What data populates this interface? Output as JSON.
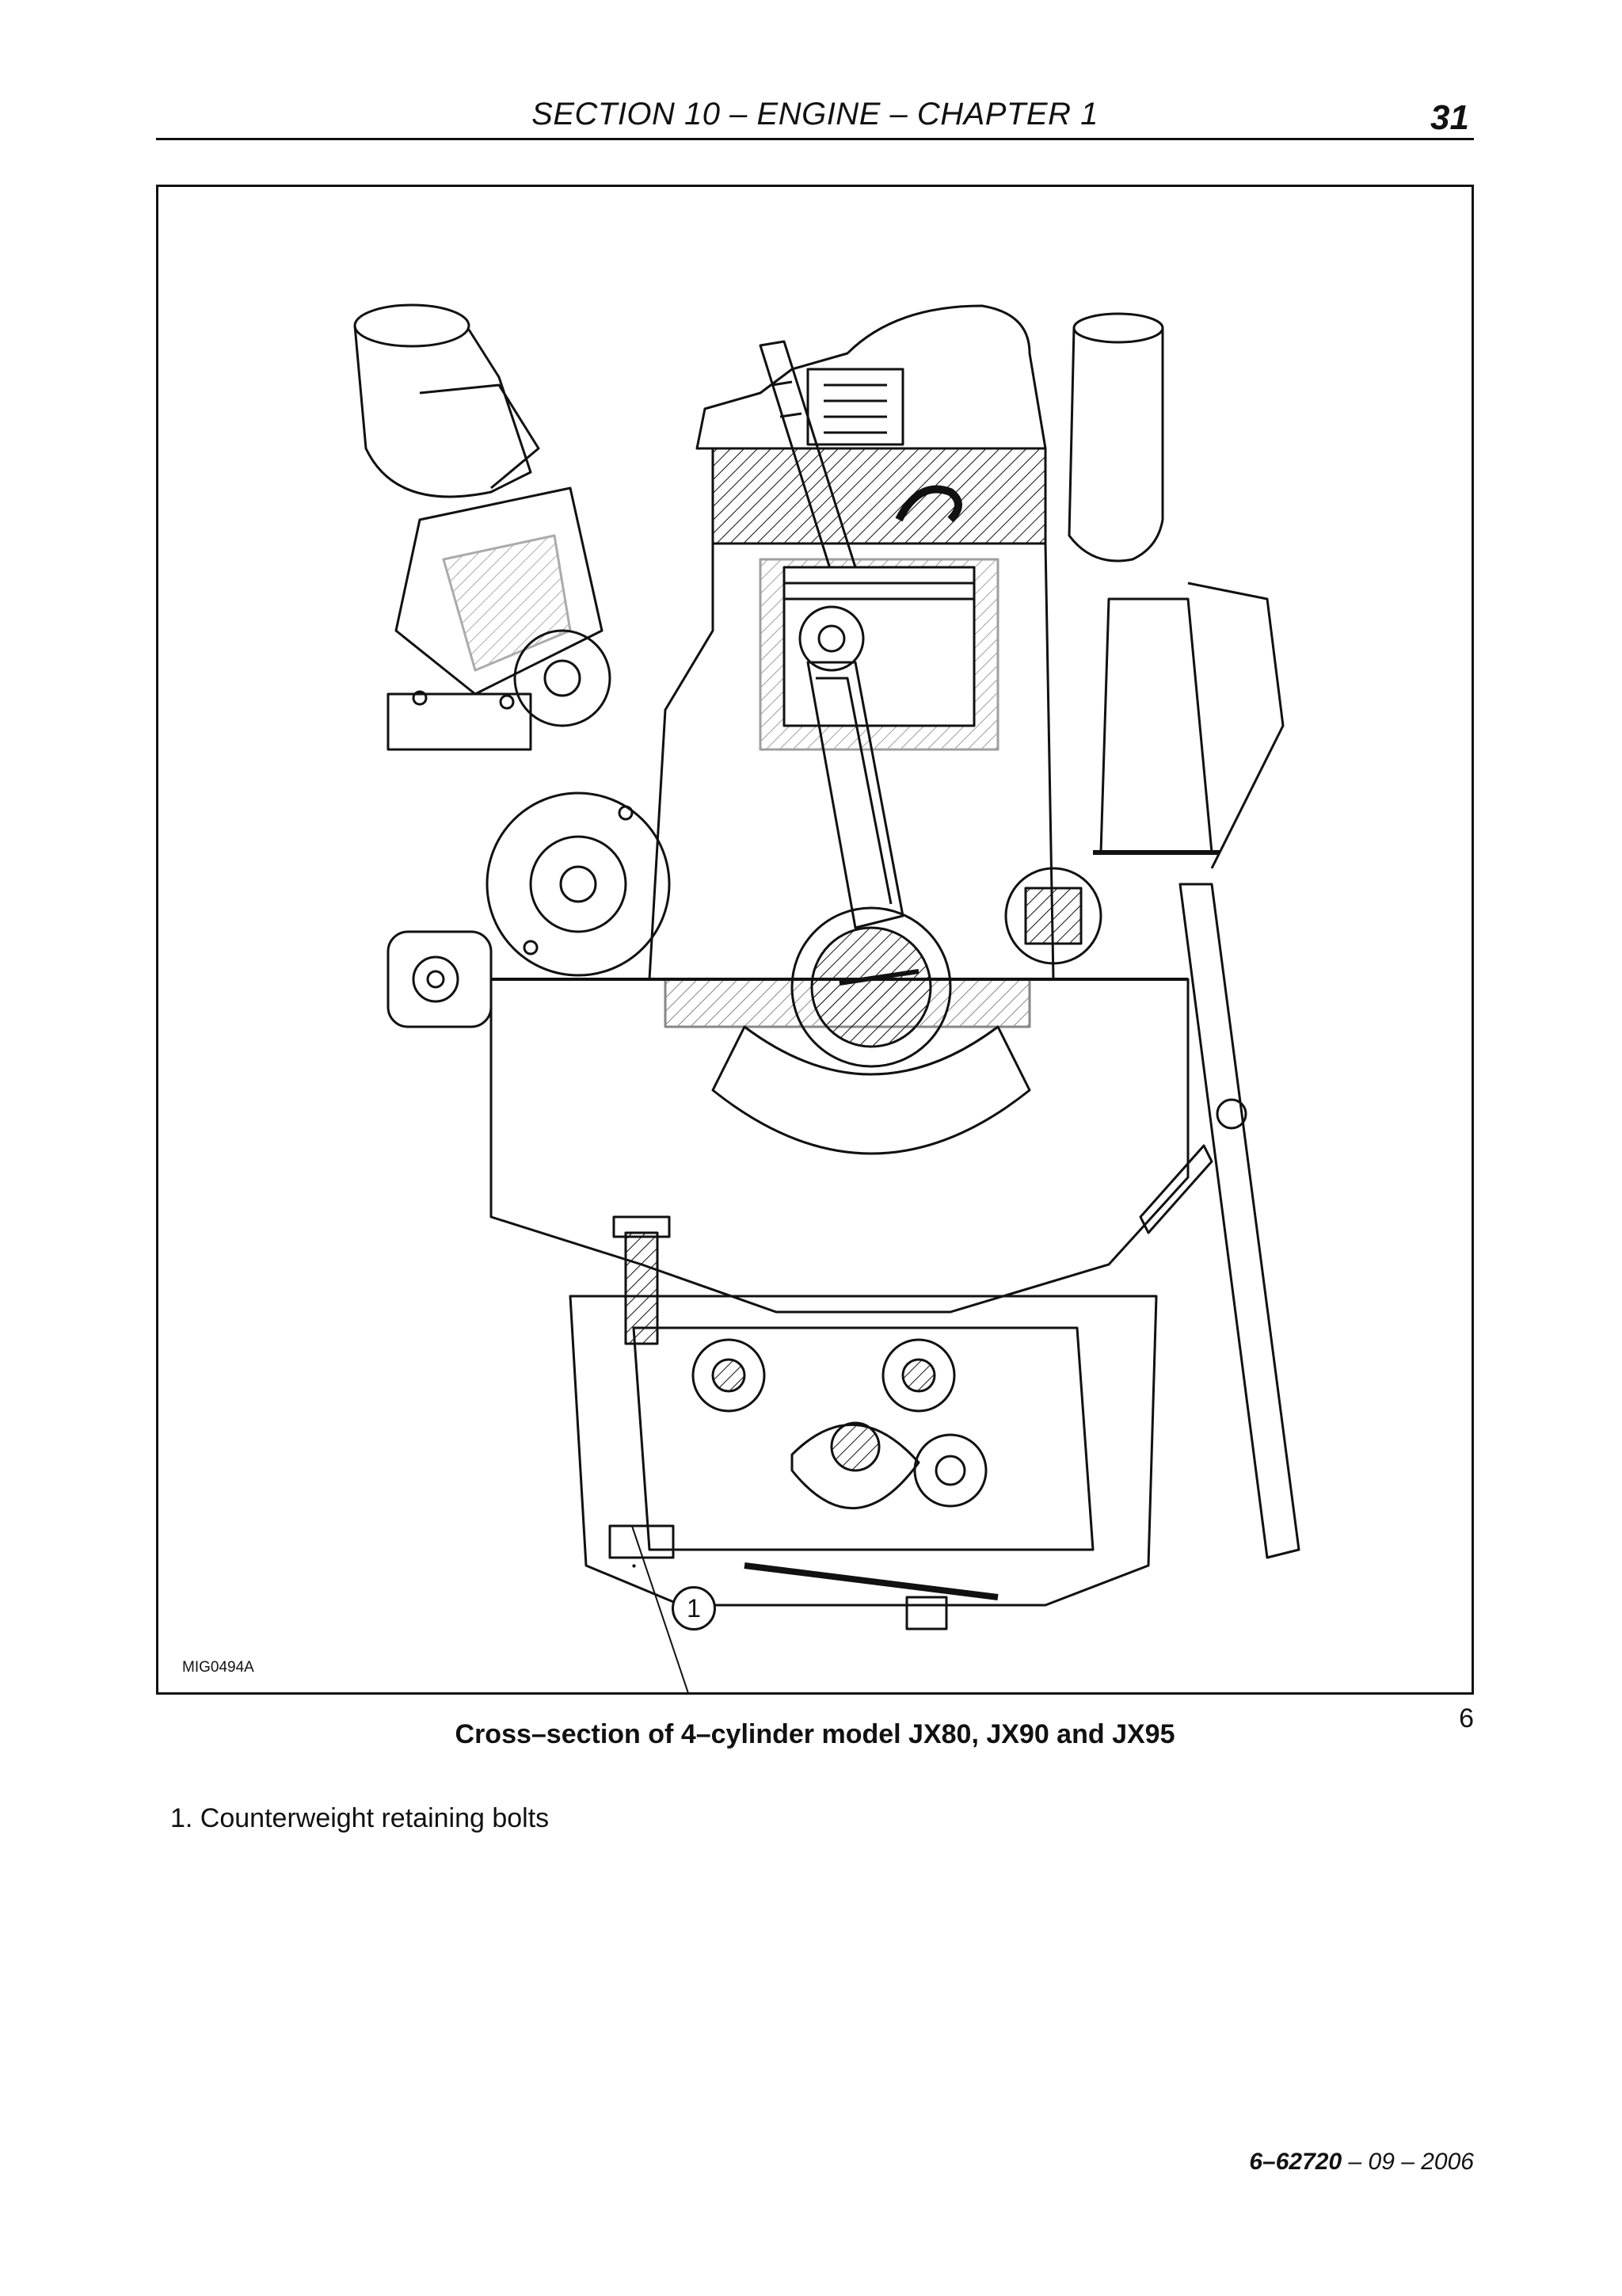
{
  "header": {
    "section_title": "SECTION 10 – ENGINE – CHAPTER 1",
    "page_number": "31"
  },
  "figure": {
    "callout_label": "1",
    "drawing_code": "MIG0494A"
  },
  "caption": {
    "text": "Cross–section of 4–cylinder model JX80, JX90 and JX95",
    "figure_number": "6"
  },
  "legend": {
    "items": [
      "1. Counterweight retaining bolts"
    ]
  },
  "footer": {
    "doc_code": "6–62720",
    "date": " – 09 – 2006"
  }
}
